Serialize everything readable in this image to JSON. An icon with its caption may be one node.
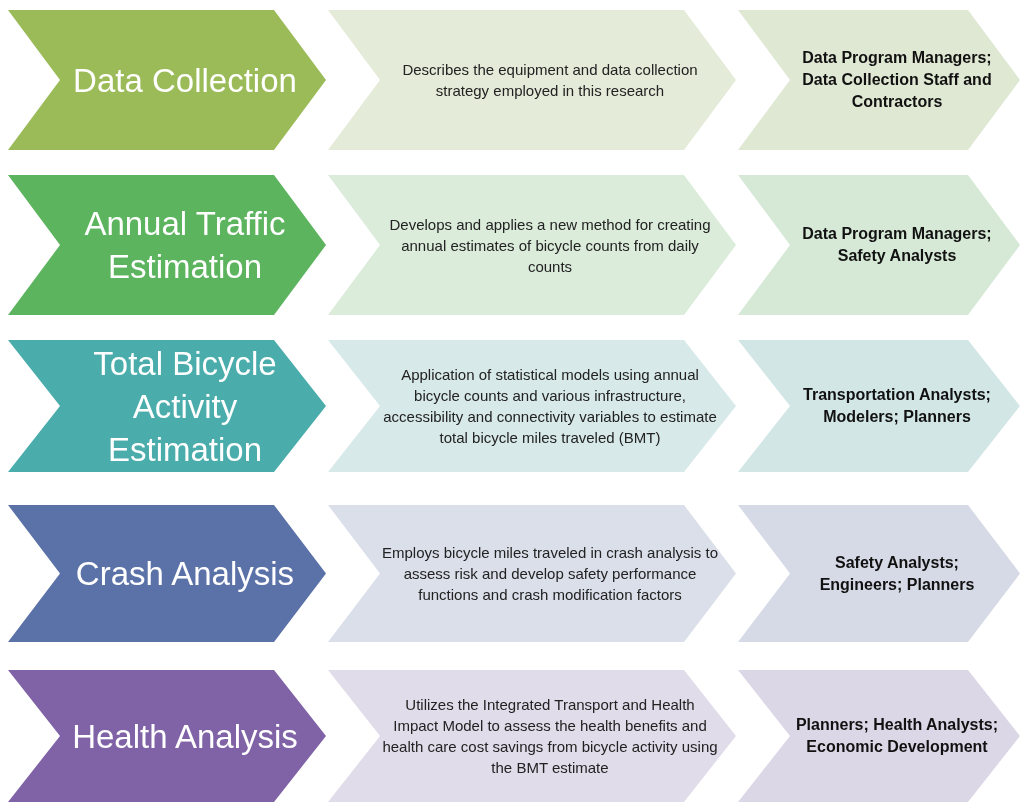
{
  "diagram": {
    "nodes": [
      {
        "text": [
          "Data Collection"
        ]
      },
      {
        "text": [
          "Describes the equipment and data collection strategy employed in this research"
        ]
      },
      {
        "text": [
          "Data Program Managers; Data Collection Staff and Contractors"
        ]
      },
      {
        "text": [
          "Annual Traffic Estimation"
        ]
      },
      {
        "text": [
          "Develops and applies a new method for creating annual estimates of bicycle counts from daily counts"
        ]
      },
      {
        "text": [
          "Data Program Managers; Safety Analysts"
        ]
      },
      {
        "text": [
          "Total Bicycle Activity Estimation"
        ]
      },
      {
        "text": [
          "Application of statistical models using annual bicycle counts and various infrastructure, accessibility and connectivity variables to estimate total bicycle miles traveled (BMT)"
        ]
      },
      {
        "text": [
          "Transportation Analysts; Modelers; Planners"
        ]
      },
      {
        "text": [
          "Crash Analysis"
        ]
      },
      {
        "text": [
          "Employs bicycle miles traveled in crash analysis to assess risk and develop safety performance functions and crash modification factors"
        ]
      },
      {
        "text": [
          "Safety Analysts; Engineers; Planners"
        ]
      },
      {
        "text": [
          "Health Analysis"
        ]
      },
      {
        "text": [
          "Utilizes the Integrated Transport and Health Impact Model to assess the health benefits and health care cost savings from bicycle activity using the BMT estimate"
        ]
      },
      {
        "text": [
          "Planners; Health Analysts; Economic Development"
        ]
      }
    ]
  }
}
